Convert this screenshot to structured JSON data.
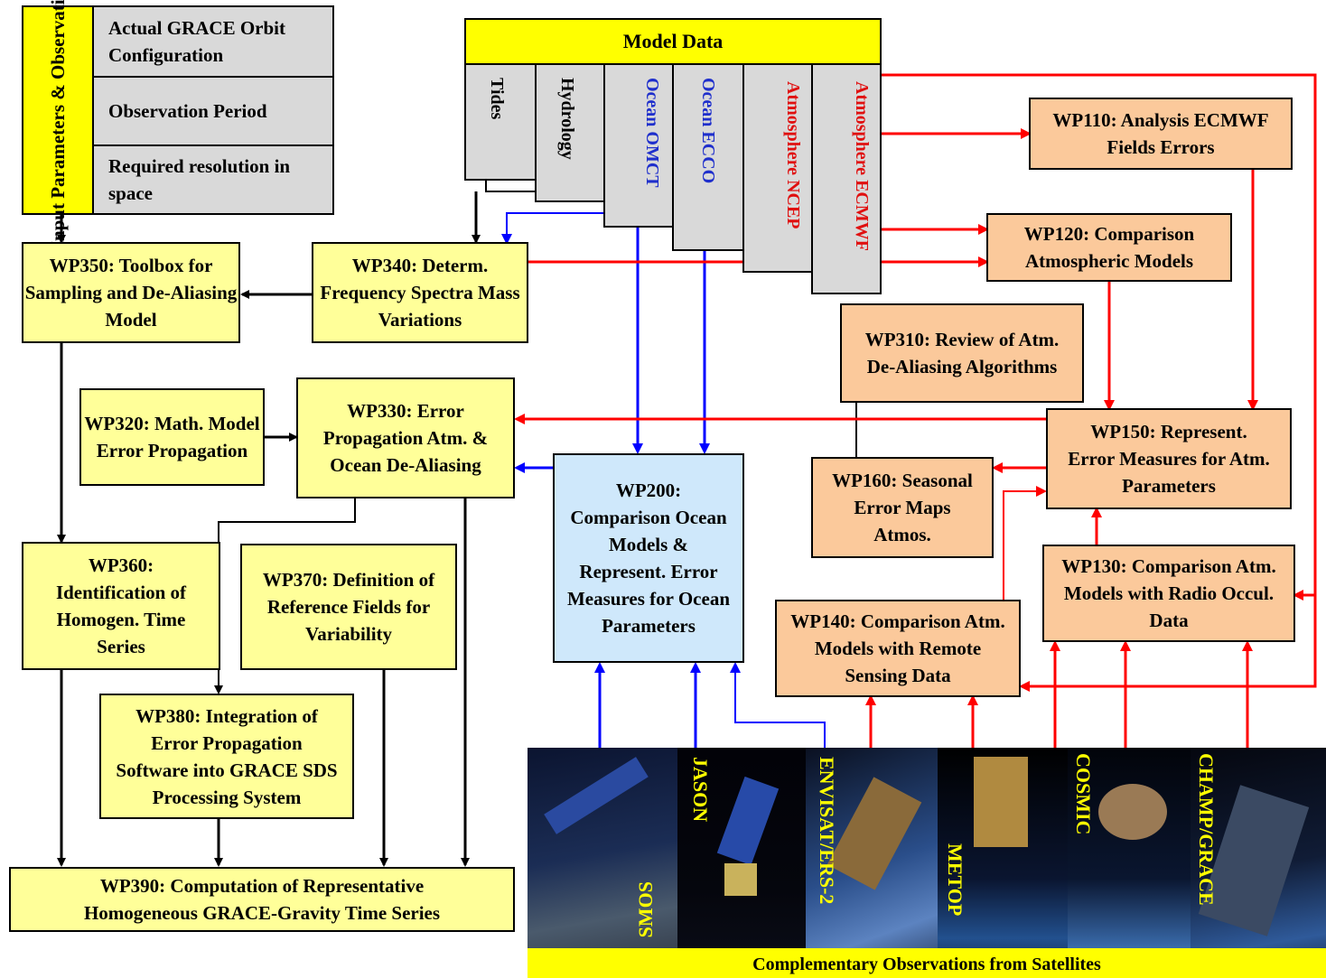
{
  "input": {
    "title": "Input Parameters & Observations",
    "rows": [
      "Actual GRACE Orbit Configuration",
      "Observation Period",
      "Required resolution in space"
    ]
  },
  "model_data": {
    "title": "Model Data",
    "columns": [
      "Tides",
      "Hydrology",
      "Ocean OMCT",
      "Ocean ECCO",
      "Atmosphere NCEP",
      "Atmosphere ECMWF"
    ]
  },
  "wp": {
    "wp110": "WP110: Analysis ECMWF Fields Errors",
    "wp120": "WP120: Comparison Atmospheric Models",
    "wp130": "WP130: Comparison Atm. Models with Radio Occul. Data",
    "wp140": "WP140: Comparison Atm. Models with Remote Sensing Data",
    "wp150": "WP150: Represent. Error Measures for Atm. Parameters",
    "wp160": "WP160: Seasonal Error Maps Atmos.",
    "wp200": "WP200: Comparison Ocean Models & Represent. Error Measures for Ocean Parameters",
    "wp310": "WP310: Review of Atm. De-Aliasing Algorithms",
    "wp320": "WP320: Math. Model Error Propagation",
    "wp330": "WP330: Error Propagation Atm. & Ocean De-Aliasing",
    "wp340": "WP340: Determ. Frequency Spectra Mass Variations",
    "wp350": "WP350: Toolbox for Sampling and De-Aliasing Model",
    "wp360": "WP360: Identification of Homogen. Time Series",
    "wp370": "WP370: Definition of Reference Fields for Variability",
    "wp380": "WP380: Integration of Error Propagation Software into GRACE SDS Processing System",
    "wp390": "WP390: Computation of Representative Homogeneous GRACE-Gravity Time Series"
  },
  "satellites": {
    "names": [
      "SMOS",
      "JASON",
      "ENVISAT/ERS-2",
      "METOP",
      "COSMIC",
      "CHAMP/GRACE"
    ],
    "caption": "Complementary Observations from Satellites"
  },
  "colors": {
    "yellow_box": "#ffff99",
    "orange_box": "#fbc99b",
    "blue_box": "#cfe8fb",
    "gray_box": "#d9d9d9",
    "header_yellow": "#ffff00",
    "arrow_red": "#ff0000",
    "arrow_blue": "#0000ff",
    "arrow_black": "#000000"
  }
}
